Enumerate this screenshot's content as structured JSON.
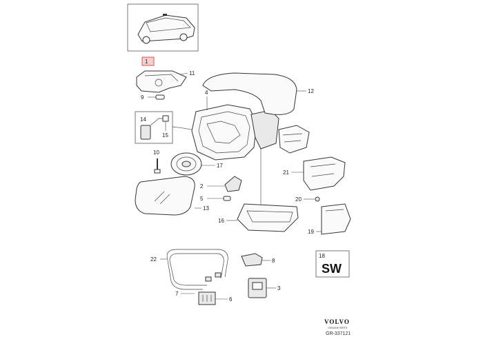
{
  "callouts": [
    {
      "id": "c1",
      "text": "1"
    },
    {
      "id": "c2",
      "text": "2"
    },
    {
      "id": "c3",
      "text": "3"
    },
    {
      "id": "c4",
      "text": "4"
    },
    {
      "id": "c5",
      "text": "5"
    },
    {
      "id": "c6",
      "text": "6"
    },
    {
      "id": "c7",
      "text": "7"
    },
    {
      "id": "c8",
      "text": "8"
    },
    {
      "id": "c9",
      "text": "9"
    },
    {
      "id": "c10",
      "text": "10"
    },
    {
      "id": "c11",
      "text": "11"
    },
    {
      "id": "c12",
      "text": "12"
    },
    {
      "id": "c13",
      "text": "13"
    },
    {
      "id": "c14",
      "text": "14"
    },
    {
      "id": "c15",
      "text": "15"
    },
    {
      "id": "c16",
      "text": "16"
    },
    {
      "id": "c17",
      "text": "17"
    },
    {
      "id": "c18",
      "text": "18"
    },
    {
      "id": "c19",
      "text": "19"
    },
    {
      "id": "c20",
      "text": "20"
    },
    {
      "id": "c21",
      "text": "21"
    },
    {
      "id": "c22",
      "text": "22"
    }
  ],
  "variant_code": "SW",
  "brand": {
    "name": "VOLVO",
    "tagline": "GENUINE PARTS"
  },
  "drawing_number": "GR-337121",
  "colors": {
    "callout_1_border": "#d9534f",
    "callout_1_fill": "#f6d0cf",
    "line": "#333333"
  }
}
